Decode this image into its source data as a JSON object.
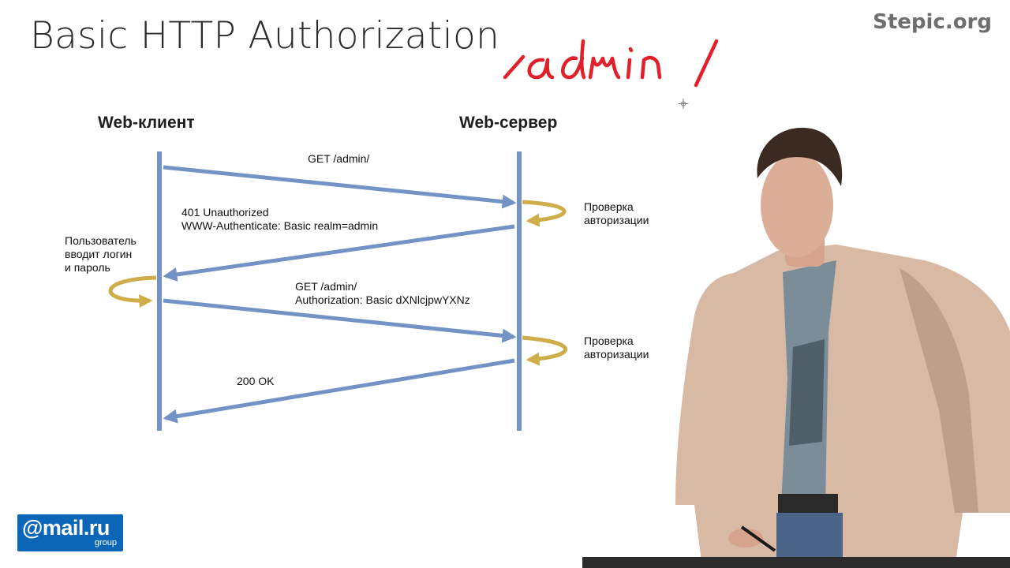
{
  "slide": {
    "title": "Basic HTTP Authorization",
    "brand": "Stepic.org",
    "handwritten_note": "/admin/"
  },
  "diagram": {
    "client_label": "Web-клиент",
    "server_label": "Web-сервер",
    "messages": {
      "request1": "GET /admin/",
      "response401_line1": "401 Unauthorized",
      "response401_line2": "WWW-Authenticate: Basic realm=admin",
      "request2_line1": "GET /admin/",
      "request2_line2": "Authorization: Basic dXNlcjpwYXNz",
      "response200": "200 OK"
    },
    "client_note": [
      "Пользователь",
      "вводит логин",
      "и пароль"
    ],
    "server_note_1": [
      "Проверка",
      "авторизации"
    ],
    "server_note_2": [
      "Проверка",
      "авторизации"
    ],
    "colors": {
      "lifeline": "#7393c6",
      "arrow": "#7393c6",
      "loop": "#cfad4a",
      "handwriting": "#e0202a"
    }
  },
  "logo": {
    "main": "@mail.ru",
    "sub": "group"
  }
}
